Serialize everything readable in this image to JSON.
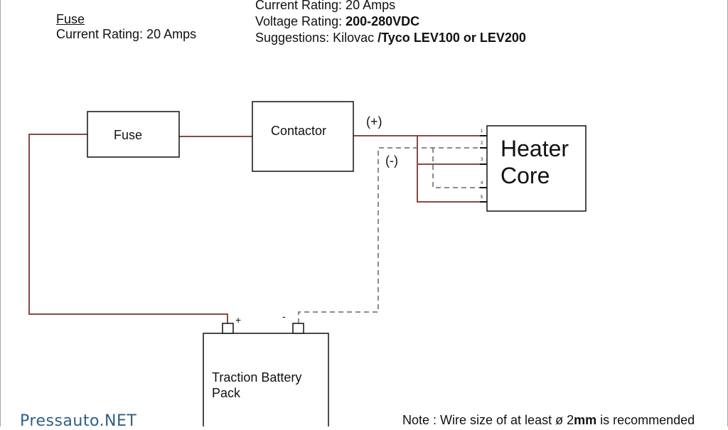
{
  "left_notes": {
    "heading": "Fuse",
    "current_rating": "Current Rating: 20 Amps"
  },
  "right_notes": {
    "current_rating": "Current Rating: 20 Amps",
    "voltage_label": "Voltage Rating: ",
    "voltage_value": "200-280VDC",
    "suggestions_label": "Suggestions: Kilovac ",
    "suggestions_brand": "/Tyco",
    "suggestions_models": "LEV100 or LEV200"
  },
  "components": {
    "fuse": "Fuse",
    "contactor": "Contactor",
    "heater_line1": "Heater",
    "heater_line2": "Core",
    "battery_line1": "Traction Battery",
    "battery_line2": "Pack"
  },
  "polarity": {
    "positive_wire": "(+)",
    "negative_wire": "(-)",
    "battery_plus": "+",
    "battery_minus": "-"
  },
  "heater_pins": [
    "1",
    "2",
    "3",
    "4",
    "5"
  ],
  "footer": {
    "note_label": "Note : Wire size of at least ",
    "note_symbol": "ø",
    "note_size": " 2",
    "note_unit": "mm",
    "note_end": " is recommended"
  },
  "watermark": "Pressauto.NET",
  "colors": {
    "positive_wire": "#8b4a45",
    "negative_wire": "#666666",
    "outline": "#111111"
  }
}
